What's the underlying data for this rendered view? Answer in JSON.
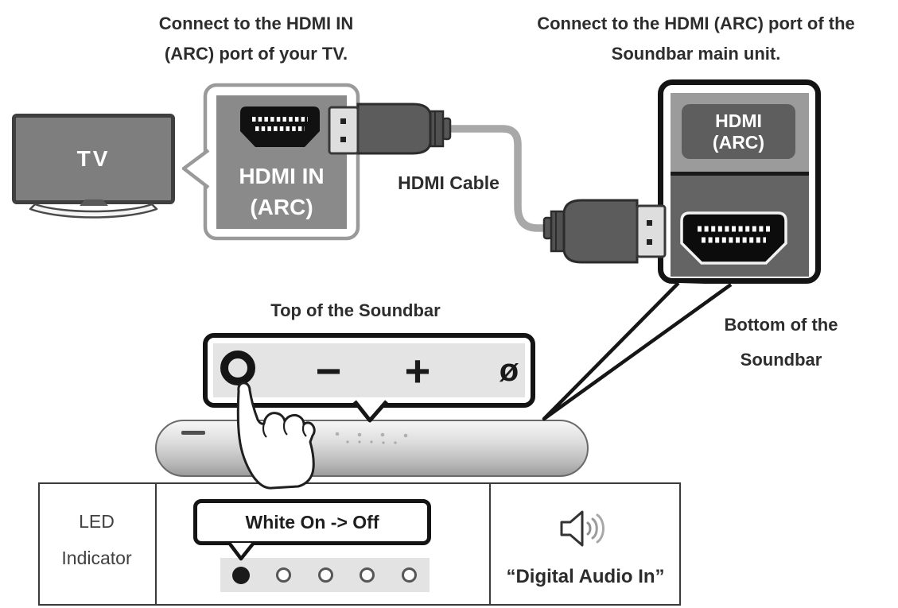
{
  "captions": {
    "tv_line1": "Connect to the HDMI IN",
    "tv_line2": "(ARC) port of your TV.",
    "sb_line1": "Connect to the HDMI (ARC) port of the",
    "sb_line2": "Soundbar main unit.",
    "hdmi_cable": "HDMI Cable",
    "top_of_soundbar": "Top of the Soundbar",
    "bottom_line1": "Bottom of the",
    "bottom_line2": "Soundbar"
  },
  "tv": {
    "label": "TV",
    "port_line1": "HDMI IN",
    "port_line2": "(ARC)"
  },
  "soundbar_callout": {
    "port_line1": "HDMI",
    "port_line2": "(ARC)"
  },
  "control_panel": {
    "buttons": [
      {
        "id": "multi-function-power",
        "symbol": "◯"
      },
      {
        "id": "volume-down",
        "symbol": "−"
      },
      {
        "id": "volume-up",
        "symbol": "+"
      },
      {
        "id": "mic-on-off",
        "symbol": "ø"
      }
    ]
  },
  "table": {
    "led_line1": "LED",
    "led_line2": "Indicator",
    "status": "White On -> Off",
    "led_states": [
      "on",
      "off",
      "off",
      "off",
      "off"
    ],
    "voice_prompt": "“Digital Audio In”"
  },
  "icons": {
    "power-circle-icon": "thick ring (CSS circle)",
    "volume-down-icon": "−",
    "volume-up-icon": "+",
    "mic-off-icon": "ø",
    "speaker-sound-icon": "speaker with sound waves",
    "hdmi-port-icon": "black HDMI female port with white pins",
    "pointing-hand-icon": "hand pressing button"
  },
  "colors": {
    "outline_black": "#141414",
    "tv_screen_gray": "#7e7e7e",
    "tv_callout_panel": "#8a8a8a",
    "callout_border_gray": "#9a9a9a",
    "sb_panel_top": "#9b9b9b",
    "sb_panel_bottom": "#646464",
    "sb_label_dark": "#5e5e5e",
    "control_panel_gray": "#e4e4e4",
    "cable_gray": "#a8a8a8",
    "led_strip_gray": "#e3e3e3"
  }
}
